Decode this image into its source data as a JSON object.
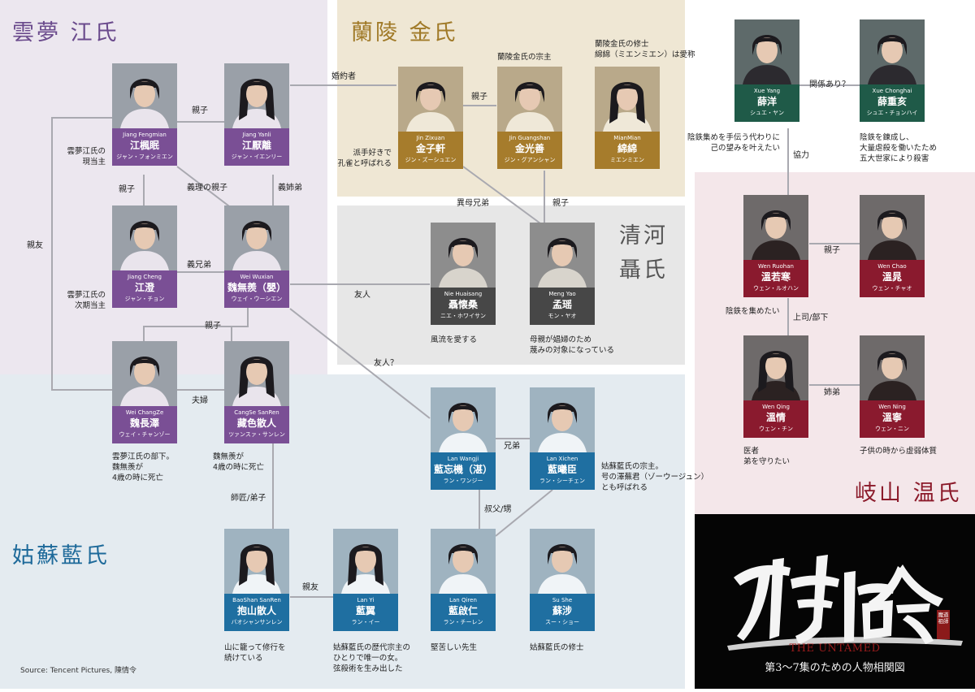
{
  "clans": {
    "jiang": {
      "title": "雲夢 江氏",
      "bg": "#ece7ef",
      "color": "#6a4a8c"
    },
    "jin": {
      "title": "蘭陵 金氏",
      "bg": "#efe7d4",
      "color": "#a07a28"
    },
    "nie": {
      "title_line1": "清河",
      "title_line2": "聶氏",
      "bg": "#e7e7e7",
      "color": "#555555"
    },
    "wen": {
      "title": "岐山 温氏",
      "bg": "#f4e7ea",
      "color": "#8b1a2a"
    },
    "lan": {
      "title": "姑蘇藍氏",
      "bg": "#e4ebf0",
      "color": "#1e6a9a"
    }
  },
  "plate_colors": {
    "jiang": "#7a4f95",
    "jin": "#a67c2c",
    "nie": "#474747",
    "wen": "#8a1a2e",
    "lan": "#1f6fa1",
    "xue": "#1f5a48"
  },
  "people": {
    "jiang_fengmian": {
      "en": "Jiang Fengmian",
      "ja": "江楓眠",
      "kana": "ジャン・フォンミエン"
    },
    "jiang_yanli": {
      "en": "Jiang Yanli",
      "ja": "江厭離",
      "kana": "ジャン・イエンリー"
    },
    "jiang_cheng": {
      "en": "Jiang Cheng",
      "ja": "江澄",
      "kana": "ジャン・チョン"
    },
    "wei_wuxian": {
      "en": "Wei Wuxian",
      "ja": "魏無羨（嬰）",
      "kana": "ウェイ・ウーシエン"
    },
    "wei_changze": {
      "en": "Wei ChangZe",
      "ja": "魏長澤",
      "kana": "ウェイ・チャンゾー"
    },
    "cangse_sanren": {
      "en": "CangSe SanRen",
      "ja": "藏色散人",
      "kana": "ツァンスァ・サンレン"
    },
    "jin_zixuan": {
      "en": "Jin Zixuan",
      "ja": "金子軒",
      "kana": "ジン・ズーシュエン"
    },
    "jin_guangshan": {
      "en": "Jin Guangshan",
      "ja": "金光善",
      "kana": "ジン・グアンシャン"
    },
    "mianmian": {
      "en": "MianMian",
      "ja": "綿綿",
      "kana": "ミエンミエン"
    },
    "nie_huaisang": {
      "en": "Nie Huaisang",
      "ja": "聶懐桑",
      "kana": "ニエ・ホワイサン"
    },
    "meng_yao": {
      "en": "Meng Yao",
      "ja": "孟瑶",
      "kana": "モン・ヤオ"
    },
    "xue_yang": {
      "en": "Xue Yang",
      "ja": "薛洋",
      "kana": "シュエ・ヤン"
    },
    "xue_chonghai": {
      "en": "Xue Chonghai",
      "ja": "薛重亥",
      "kana": "シュエ・チョンハイ"
    },
    "wen_ruohan": {
      "en": "Wen Ruohan",
      "ja": "溫若寒",
      "kana": "ウェン・ルオハン"
    },
    "wen_chao": {
      "en": "Wen Chao",
      "ja": "溫晁",
      "kana": "ウェン・チャオ"
    },
    "wen_qing": {
      "en": "Wen Qing",
      "ja": "溫情",
      "kana": "ウェン・チン"
    },
    "wen_ning": {
      "en": "Wen Ning",
      "ja": "溫寧",
      "kana": "ウェン・ニン"
    },
    "lan_wangji": {
      "en": "Lan Wangji",
      "ja": "藍忘機（湛）",
      "kana": "ラン・ワンジー"
    },
    "lan_xichen": {
      "en": "Lan Xichen",
      "ja": "藍曦臣",
      "kana": "ラン・シーチェン"
    },
    "baoshan_sanren": {
      "en": "BaoShan SanRen",
      "ja": "抱山散人",
      "kana": "バオシャンサンレン"
    },
    "lan_yi": {
      "en": "Lan Yi",
      "ja": "藍翼",
      "kana": "ラン・イー"
    },
    "lan_qiren": {
      "en": "Lan Qiren",
      "ja": "藍啟仁",
      "kana": "ラン・チーレン"
    },
    "su_she": {
      "en": "Su She",
      "ja": "蘇涉",
      "kana": "スー・ショー"
    }
  },
  "notes": {
    "jiang_fengmian": [
      "雲夢江氏の",
      "現当主"
    ],
    "jiang_cheng": [
      "雲夢江氏の",
      "次期当主"
    ],
    "wei_changze": [
      "雲夢江氏の部下。",
      "魏無羨が",
      "4歳の時に死亡"
    ],
    "cangse_sanren": [
      "魏無羨が",
      "4歳の時に死亡"
    ],
    "jin_zixuan": [
      "派手好きで",
      "孔雀と呼ばれる"
    ],
    "jin_guangshan": [
      "蘭陵金氏の宗主"
    ],
    "mianmian": [
      "蘭陵金氏の修士",
      "綿綿（ミエンミエン）は愛称"
    ],
    "nie_huaisang": [
      "風流を愛する"
    ],
    "meng_yao": [
      "母親が娼婦のため",
      "蔑みの対象になっている"
    ],
    "xue_yang": [
      "陰鉄集めを手伝う代わりに",
      "己の望みを叶えたい"
    ],
    "xue_chonghai": [
      "陰鉄を錬成し、",
      "大量虐殺を働いたため",
      "五大世家により殺害"
    ],
    "wen_ruohan": [
      "陰鉄を集めたい"
    ],
    "wen_qing": [
      "医者",
      "弟を守りたい"
    ],
    "wen_ning": [
      "子供の時から虚弱体質"
    ],
    "lan_xichen": [
      "姑蘇藍氏の宗主。",
      "号の澤蕪君（ゾーウージュン）",
      "とも呼ばれる"
    ],
    "baoshan_sanren": [
      "山に籠って修行を",
      "続けている"
    ],
    "lan_yi": [
      "姑蘇藍氏の歴代宗主の",
      "ひとりで唯一の女。",
      "弦殺術を生み出した"
    ],
    "lan_qiren": [
      "堅苦しい先生"
    ],
    "su_she": [
      "姑蘇藍氏の修士"
    ]
  },
  "relations": {
    "oyako1": "親子",
    "oyako2": "親子",
    "oyako3": "親子",
    "oyako4": "親子",
    "oyako5": "親子",
    "oyako6": "親子",
    "giri_oyako": "義理の親子",
    "gishitei": "義姉弟",
    "gikeitei": "義兄弟",
    "shinyu1": "親友",
    "shinyu2": "親友",
    "fufu": "夫婦",
    "konyakusha": "婚約者",
    "ibokyodai": "異母兄弟",
    "yujin": "友人",
    "yujin_q": "友人？",
    "kyodai": "兄弟",
    "oji": "叔父/甥",
    "shisho": "師匠/弟子",
    "kankei": "関係あり？",
    "kyoryoku": "協力",
    "joshi": "上司/部下",
    "anetou": "姉弟"
  },
  "source": "Source: Tencent Pictures, 陳情令",
  "logo": {
    "en": "THE UNTAMED",
    "caption": "第3〜7集のための人物相関図",
    "seal": "魔道祖師"
  }
}
